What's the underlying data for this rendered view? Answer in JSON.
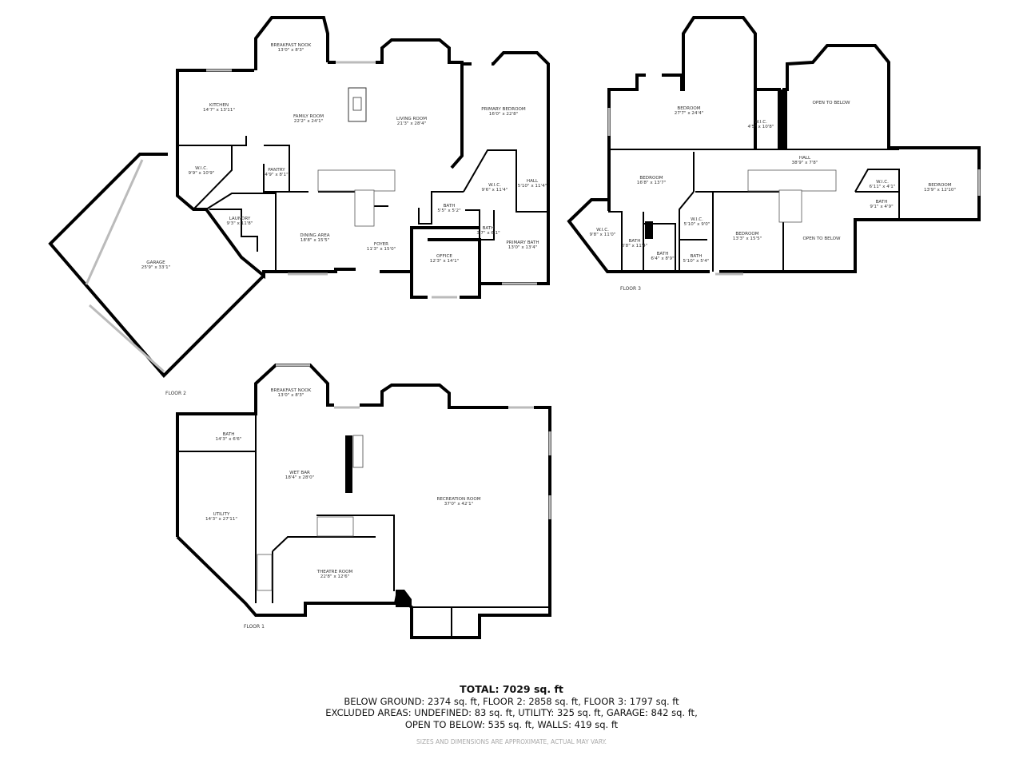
{
  "floors": {
    "floor2": {
      "label": "FLOOR 2",
      "rooms": [
        {
          "name": "BREAKFAST NOOK",
          "dim": "13'0\" x 8'3\""
        },
        {
          "name": "KITCHEN",
          "dim": "14'7\" x 13'11\""
        },
        {
          "name": "FAMILY ROOM",
          "dim": "22'2\" x 24'1\""
        },
        {
          "name": "LIVING ROOM",
          "dim": "21'3\" x 28'4\""
        },
        {
          "name": "PRIMARY BEDROOM",
          "dim": "16'0\" x 22'8\""
        },
        {
          "name": "W.I.C.",
          "dim": "9'9\" x 10'9\""
        },
        {
          "name": "PANTRY",
          "dim": "4'9\" x 8'1\""
        },
        {
          "name": "W.I.C.",
          "dim": "9'6\" x 11'4\""
        },
        {
          "name": "HALL",
          "dim": "5'10\" x 11'4\""
        },
        {
          "name": "BATH",
          "dim": "5'5\" x 5'2\""
        },
        {
          "name": "LAUNDRY",
          "dim": "9'3\" x 11'8\""
        },
        {
          "name": "DINING AREA",
          "dim": "18'8\" x 15'5\""
        },
        {
          "name": "FOYER",
          "dim": "11'3\" x 15'0\""
        },
        {
          "name": "BATH",
          "dim": "3'7\" x 6'1\""
        },
        {
          "name": "PRIMARY BATH",
          "dim": "13'0\" x 13'4\""
        },
        {
          "name": "OFFICE",
          "dim": "12'3\" x 14'1\""
        },
        {
          "name": "GARAGE",
          "dim": "25'9\" x 33'1\""
        }
      ]
    },
    "floor3": {
      "label": "FLOOR 3",
      "rooms": [
        {
          "name": "BEDROOM",
          "dim": "27'7\" x 24'4\""
        },
        {
          "name": "W.I.C.",
          "dim": "4'5\" x 10'8\""
        },
        {
          "name": "OPEN TO BELOW",
          "dim": ""
        },
        {
          "name": "HALL",
          "dim": "38'9\" x 7'8\""
        },
        {
          "name": "BEDROOM",
          "dim": "16'8\" x 13'7\""
        },
        {
          "name": "W.I.C.",
          "dim": "6'11\" x 4'1\""
        },
        {
          "name": "BEDROOM",
          "dim": "13'9\" x 12'10\""
        },
        {
          "name": "BATH",
          "dim": "9'1\" x 4'9\""
        },
        {
          "name": "W.I.C.",
          "dim": "5'10\" x 9'0\""
        },
        {
          "name": "W.I.C.",
          "dim": "9'8\" x 11'0\""
        },
        {
          "name": "BATH",
          "dim": "3'8\" x 11'4\""
        },
        {
          "name": "BATH",
          "dim": "6'4\" x 8'9\""
        },
        {
          "name": "BATH",
          "dim": "5'10\" x 5'4\""
        },
        {
          "name": "BEDROOM",
          "dim": "13'3\" x 15'5\""
        },
        {
          "name": "OPEN TO BELOW",
          "dim": ""
        }
      ]
    },
    "floor1": {
      "label": "FLOOR 1",
      "rooms": [
        {
          "name": "BREAKFAST NOOK",
          "dim": "13'0\" x 8'3\""
        },
        {
          "name": "BATH",
          "dim": "14'3\" x 6'6\""
        },
        {
          "name": "WET BAR",
          "dim": "18'4\" x 28'0\""
        },
        {
          "name": "RECREATION ROOM",
          "dim": "37'0\" x 42'1\""
        },
        {
          "name": "UTILITY",
          "dim": "14'3\" x 27'11\""
        },
        {
          "name": "THEATRE ROOM",
          "dim": "22'8\" x 12'6\""
        }
      ]
    }
  },
  "summary": {
    "total": "TOTAL: 7029 sq. ft",
    "line1": "BELOW GROUND: 2374 sq. ft, FLOOR 2: 2858 sq. ft, FLOOR 3: 1797 sq. ft",
    "line2": "EXCLUDED AREAS: UNDEFINED: 83 sq. ft, UTILITY: 325 sq. ft, GARAGE: 842 sq. ft,",
    "line3": "OPEN TO BELOW: 535 sq. ft, WALLS: 419 sq. ft",
    "disclaimer": "SIZES AND DIMENSIONS ARE APPROXIMATE, ACTUAL MAY VARY."
  }
}
